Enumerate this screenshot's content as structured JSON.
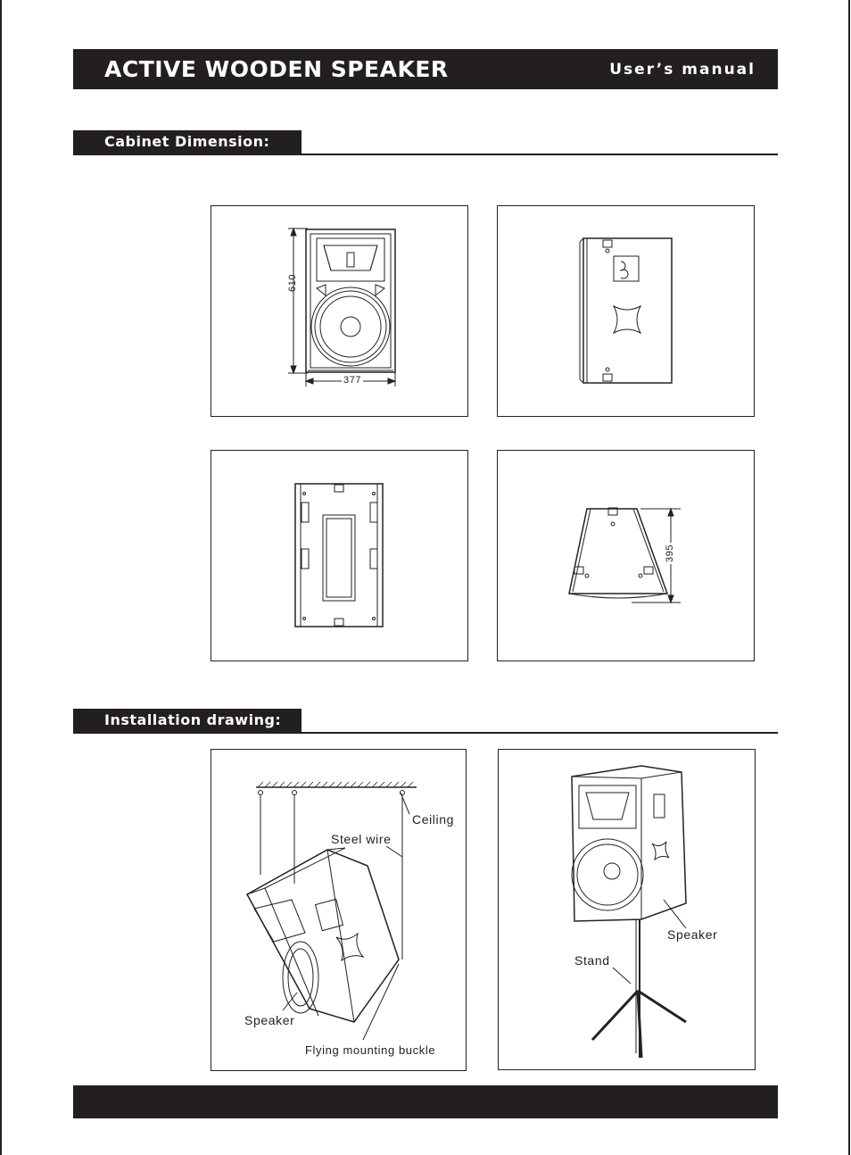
{
  "header": {
    "title": "ACTIVE WOODEN SPEAKER",
    "subtitle": "User’s  manual"
  },
  "sections": {
    "cabinet": {
      "title": "Cabinet Dimension:"
    },
    "installation": {
      "title": "Installation drawing:"
    }
  },
  "dimensions": {
    "front_height": "610",
    "front_width": "377",
    "bottom_depth": "395"
  },
  "installation_labels": {
    "ceiling": "Ceiling",
    "steel_wire": "Steel wire",
    "speaker_hanging": "Speaker",
    "buckle": "Flying mounting buckle",
    "speaker_stand": "Speaker",
    "stand": "Stand"
  },
  "icons": {
    "front_view": "speaker-front-view-drawing",
    "side_view": "speaker-side-view-drawing",
    "top_view": "speaker-top-view-drawing",
    "bottom_view": "speaker-bottom-view-drawing",
    "hanging": "speaker-hanging-drawing",
    "stand": "speaker-on-stand-drawing"
  },
  "colors": {
    "bar": "#231f20",
    "line": "#222222"
  }
}
